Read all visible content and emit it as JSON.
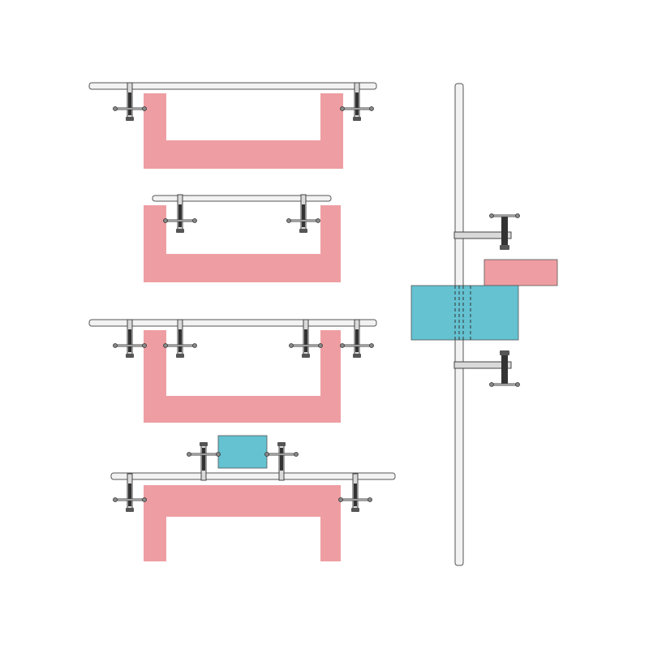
{
  "colors": {
    "workpiece_pink": "#EE9EA2",
    "workpiece_cyan": "#64C2D1",
    "rail_fill": "#F2F2F2",
    "outline": "#555555",
    "clamp_metal": "#8A8A8A",
    "clamp_dark": "#2E2E2E"
  },
  "icons": {
    "rail": "clamp-rail-bar",
    "clamp": "sliding-bar-clamp-icon",
    "pink_part": "u-shaped-frame-workpiece",
    "cyan_part": "rectangular-block-workpiece"
  },
  "panels": [
    {
      "name": "u-frame-outer-clamps",
      "clamp_count": 2
    },
    {
      "name": "u-frame-inner-clamps",
      "clamp_count": 2
    },
    {
      "name": "u-frame-inner-and-outer-clamps",
      "clamp_count": 4
    },
    {
      "name": "inverted-u-frame-with-block",
      "clamp_count": 4
    },
    {
      "name": "vertical-rail-block-clamping",
      "clamp_count": 2
    }
  ]
}
